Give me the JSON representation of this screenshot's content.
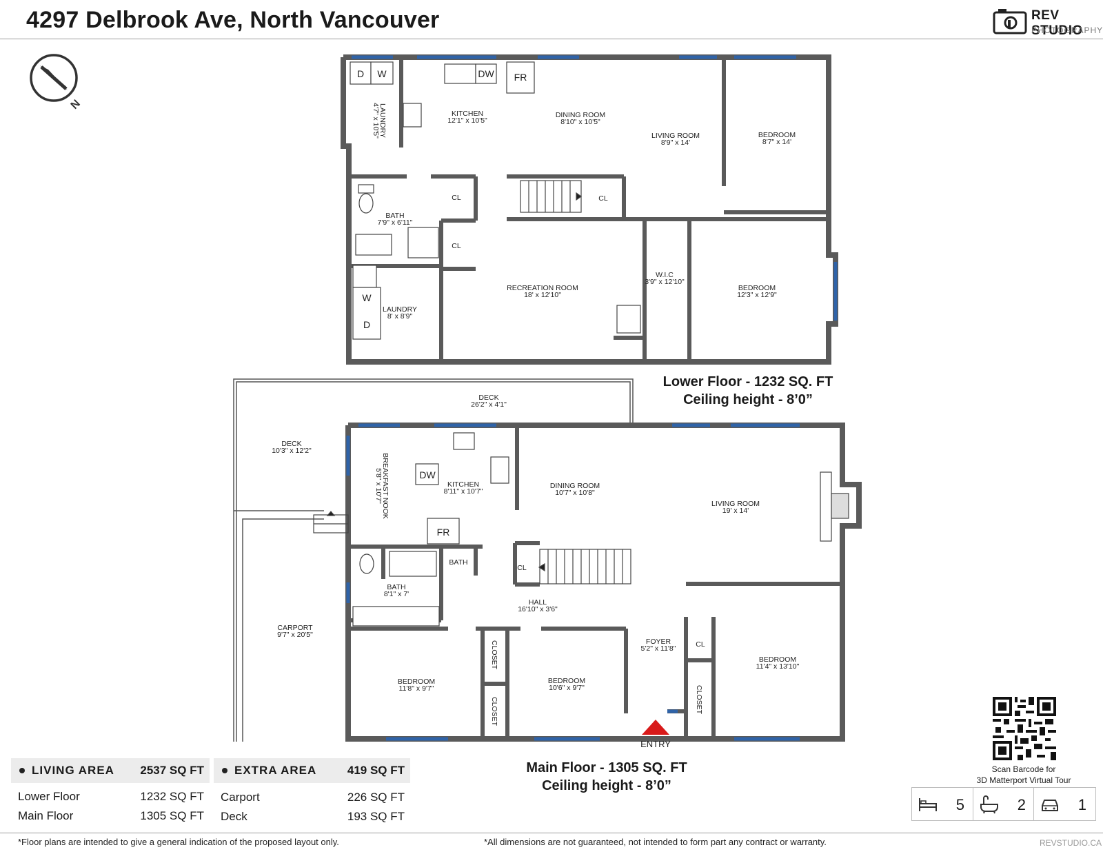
{
  "header": {
    "title": "4297 Delbrook Ave, North Vancouver",
    "brand_name": "REV STUDIO",
    "brand_sub": "PHOTOGRAPHY"
  },
  "compass": {
    "label": "N"
  },
  "lower_floor": {
    "caption_line1": "Lower Floor - 1232 SQ. FT",
    "caption_line2": "Ceiling height - 8’0”",
    "rooms": [
      {
        "name": "KITCHEN",
        "dims": "12'1\" x 10'5\""
      },
      {
        "name": "DINING ROOM",
        "dims": "8'10\" x 10'5\""
      },
      {
        "name": "LIVING ROOM",
        "dims": "8'9\" x 14'"
      },
      {
        "name": "BEDROOM",
        "dims": "8'7\" x 14'"
      },
      {
        "name": "LAUNDRY",
        "dims": "4'7\" x 10'5\""
      },
      {
        "name": "BATH",
        "dims": "7'9\" x 6'11\""
      },
      {
        "name": "RECREATION ROOM",
        "dims": "18' x 12'10\""
      },
      {
        "name": "W.I.C",
        "dims": "3'9\" x 12'10\""
      },
      {
        "name": "BEDROOM",
        "dims": "12'3\" x 12'9\""
      },
      {
        "name": "LAUNDRY",
        "dims": "8' x 8'9\""
      }
    ],
    "labels": {
      "cl": "CL",
      "d": "D",
      "w": "W",
      "dw": "DW",
      "fr": "FR"
    }
  },
  "main_floor": {
    "caption_line1": "Main Floor - 1305 SQ. FT",
    "caption_line2": "Ceiling height - 8’0”",
    "rooms": [
      {
        "name": "DECK",
        "dims": "26'2\" x 4'1\""
      },
      {
        "name": "DECK",
        "dims": "10'3\" x 12'2\""
      },
      {
        "name": "BREAKFAST NOOK",
        "dims": "5'8\" x 10'7\""
      },
      {
        "name": "KITCHEN",
        "dims": "8'11\" x 10'7\""
      },
      {
        "name": "DINING ROOM",
        "dims": "10'7\" x 10'8\""
      },
      {
        "name": "LIVING ROOM",
        "dims": "19' x 14'"
      },
      {
        "name": "BATH",
        "dims": "8'1\" x 7'"
      },
      {
        "name": "HALL",
        "dims": "16'10\" x 3'6\""
      },
      {
        "name": "CARPORT",
        "dims": "9'7\" x 20'5\""
      },
      {
        "name": "BEDROOM",
        "dims": "11'8\" x 9'7\""
      },
      {
        "name": "BEDROOM",
        "dims": "10'6\" x 9'7\""
      },
      {
        "name": "FOYER",
        "dims": "5'2\" x 11'8\""
      },
      {
        "name": "BEDROOM",
        "dims": "11'4\" x 13'10\""
      }
    ],
    "labels": {
      "cl": "CL",
      "dw": "DW",
      "fr": "FR",
      "bath": "BATH",
      "closet": "CLOSET",
      "entry": "ENTRY"
    }
  },
  "living_area": {
    "label": "LIVING AREA",
    "total": "2537 SQ FT",
    "rows": [
      {
        "name": "Lower Floor",
        "value": "1232 SQ FT"
      },
      {
        "name": "Main Floor",
        "value": "1305 SQ FT"
      }
    ]
  },
  "extra_area": {
    "label": "EXTRA AREA",
    "total": "419 SQ FT",
    "rows": [
      {
        "name": "Carport",
        "value": "226 SQ FT"
      },
      {
        "name": "Deck",
        "value": "193 SQ FT"
      }
    ]
  },
  "qr": {
    "caption_line1": "Scan Barcode for",
    "caption_line2": "3D Matterport Virtual Tour"
  },
  "stats": {
    "bedrooms": "5",
    "bathrooms": "2",
    "parking": "1"
  },
  "footer": {
    "left": "*Floor plans are intended to give a general indication of the proposed layout only.",
    "right": "*All dimensions are not guaranteed, not intended to form part any contract or warranty.",
    "site": "REVSTUDIO.CA"
  },
  "colors": {
    "wall": "#5a5a5a",
    "window": "#2f63a8",
    "entry_marker": "#d81a1a",
    "panel": "#ececec"
  }
}
